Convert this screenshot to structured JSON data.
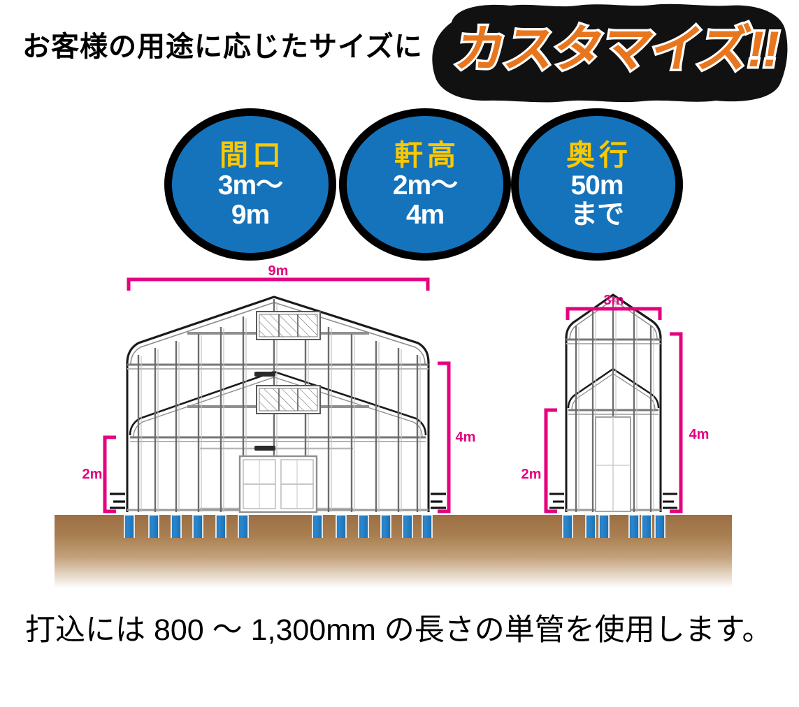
{
  "headline": {
    "lead_text": "お客様の用途に応じたサイズに",
    "emphasis_text": "カスタマイズ!!",
    "emphasis_color": "#E8761F",
    "emphasis_outline_color": "#FFFFFF",
    "blob_color": "#111111"
  },
  "badges": [
    {
      "title": "間口",
      "value": "3m〜\n9m",
      "value_line1": "3m〜",
      "value_line2": "9m"
    },
    {
      "title": "軒高",
      "value": "2m〜\n4m",
      "value_line1": "2m〜",
      "value_line2": "4m"
    },
    {
      "title": "奥行",
      "value": "50m\nまで",
      "value_line1": "50m",
      "value_line2": "まで"
    }
  ],
  "badge_colors": {
    "fill": "#1573BC",
    "ring": "#000000",
    "title": "#FCC800",
    "value": "#FFFFFF"
  },
  "diagram": {
    "dimension_color": "#E4007F",
    "ground_color_top": "#9C6F43",
    "ground_color_bottom": "#FFFFFF",
    "arrow_color": "#1B79BE",
    "large_building": {
      "width_label": "9m",
      "eave_height_label": "2m",
      "ridge_height_label": "4m",
      "pile_count": 12
    },
    "small_building": {
      "width_label": "3m",
      "eave_height_label": "2m",
      "ridge_height_label": "4m",
      "pile_count": 6
    }
  },
  "caption": {
    "text": "打込には 800 〜 1,300mm の長さの単管を使用します。"
  }
}
